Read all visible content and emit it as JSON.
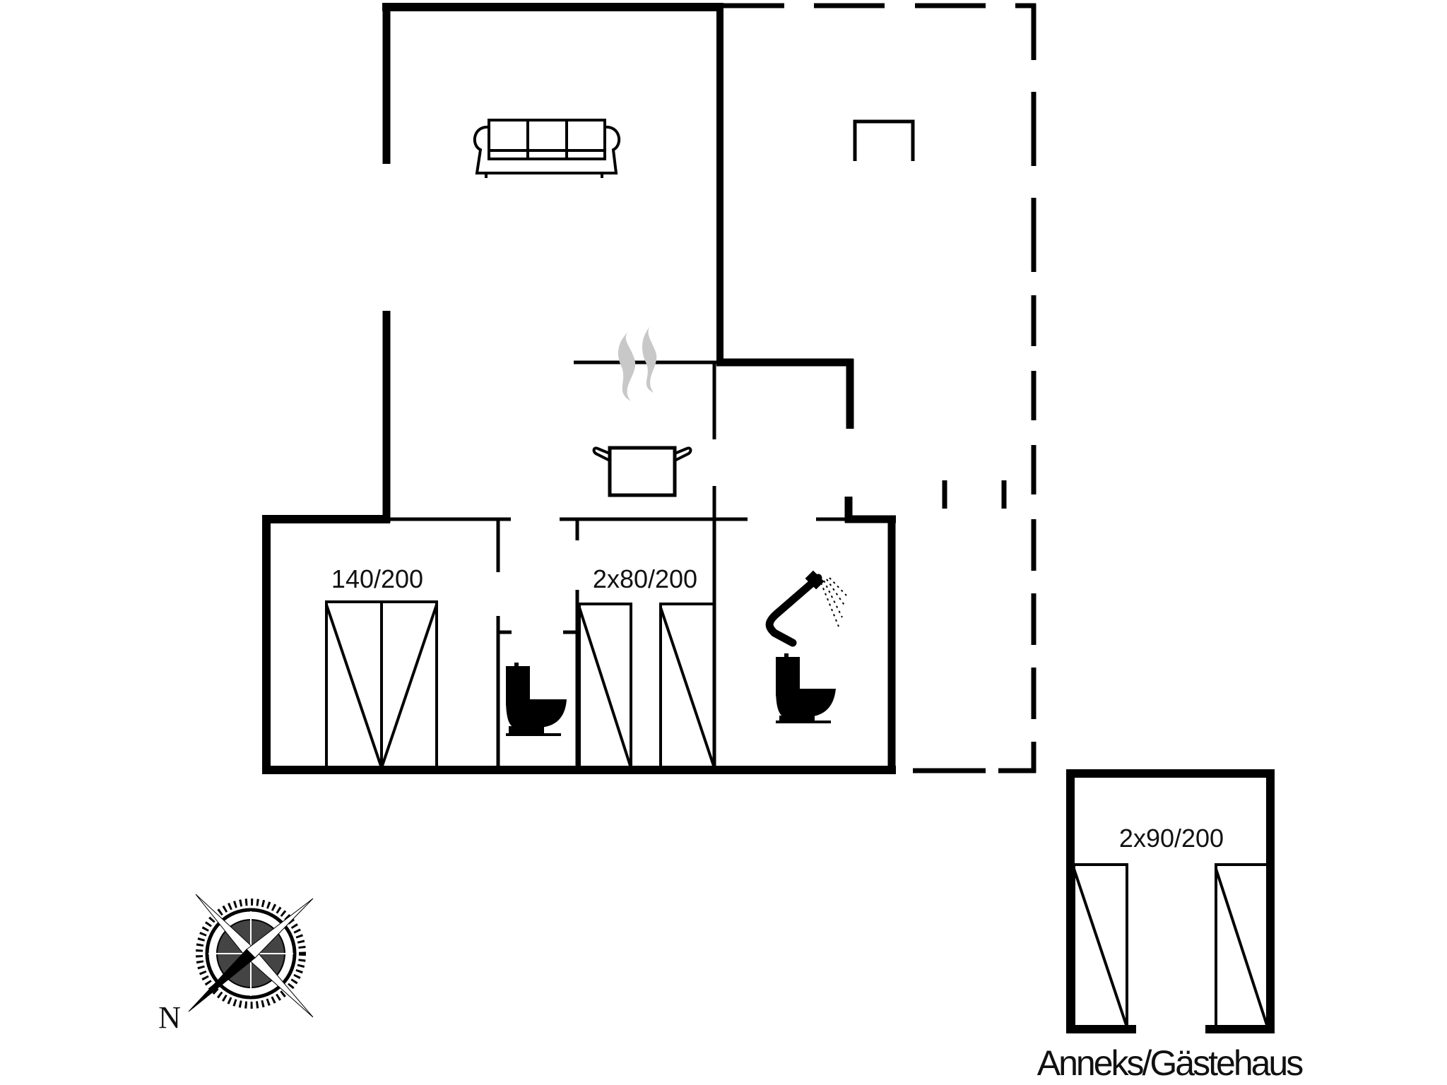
{
  "floorplan": {
    "main_house": {
      "rooms": [
        {
          "id": "living-room",
          "furniture": "sofa-icon"
        },
        {
          "id": "dining-area",
          "furniture": "table-icon"
        },
        {
          "id": "kitchen",
          "furniture": "cooking-pot-icon"
        },
        {
          "id": "bedroom-1",
          "bed_label": "140/200",
          "furniture": "double-bed-icon"
        },
        {
          "id": "toilet",
          "furniture": "toilet-icon"
        },
        {
          "id": "bedroom-2",
          "bed_label": "2x80/200",
          "furniture": "single-beds-icon"
        },
        {
          "id": "bathroom",
          "furniture": [
            "shower-icon",
            "toilet-icon"
          ]
        },
        {
          "id": "terrace-covered",
          "style": "dashed"
        }
      ]
    },
    "annex": {
      "title": "Anneks/Gästehaus",
      "bed_label": "2x90/200"
    },
    "compass": {
      "north_label": "N"
    },
    "colors": {
      "wall": "#000000",
      "background": "#ffffff",
      "steam": "#c8c8c8"
    }
  }
}
